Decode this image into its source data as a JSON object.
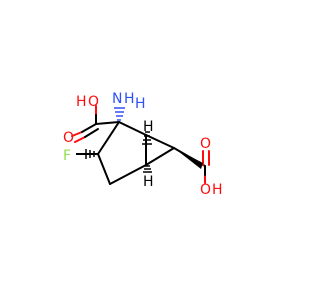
{
  "molecule": {
    "atoms": {
      "o_top_left": "O",
      "h_top_left": "H",
      "o_mid_left": "O",
      "n_amino": "N",
      "h_amino": "H",
      "h_amino_2": "H",
      "h_bridgehead_top": "H",
      "f": "F",
      "o_right_top": "O",
      "o_right_bottom": "O",
      "h_right_bottom": "H",
      "h_bridgehead_bottom": "H"
    }
  },
  "colors": {
    "oxygen": "#ff0d0d",
    "nitrogen": "#3050f8",
    "fluorine": "#90e050",
    "bond": "#000000"
  }
}
